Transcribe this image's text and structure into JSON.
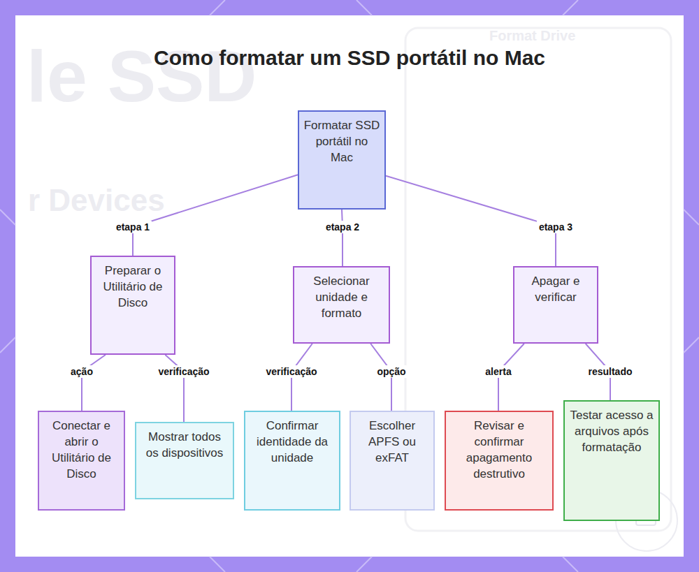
{
  "diagram": {
    "title": "Como formatar um SSD portátil no Mac",
    "nodes": [
      {
        "text": [
          "Formatar SSD portátil no Mac"
        ]
      },
      {
        "text": [
          "Preparar o Utilitário de Disco"
        ]
      },
      {
        "text": [
          "Selecionar unidade e formato"
        ]
      },
      {
        "text": [
          "Apagar e verificar"
        ]
      },
      {
        "text": [
          "Conectar e abrir o Utilitário de Disco"
        ]
      },
      {
        "text": [
          "Mostrar todos os dispositivos"
        ]
      },
      {
        "text": [
          "Confirmar identidade da unidade"
        ]
      },
      {
        "text": [
          "Escolher APFS ou exFAT"
        ]
      },
      {
        "text": [
          "Revisar e confirmar apagamento destrutivo"
        ]
      },
      {
        "text": [
          "Testar acesso a arquivos após formatação"
        ]
      }
    ],
    "edges": [
      {
        "from": 0,
        "to": 1,
        "label": "etapa 1",
        "arrow": "none"
      },
      {
        "from": 0,
        "to": 2,
        "label": "etapa 2",
        "arrow": "none"
      },
      {
        "from": 0,
        "to": 3,
        "label": "etapa 3",
        "arrow": "none"
      },
      {
        "from": 1,
        "to": 4,
        "label": "ação",
        "arrow": "none"
      },
      {
        "from": 1,
        "to": 5,
        "label": "verificação",
        "arrow": "none"
      },
      {
        "from": 2,
        "to": 6,
        "label": "verificação",
        "arrow": "none"
      },
      {
        "from": 2,
        "to": 7,
        "label": "opção",
        "arrow": "none"
      },
      {
        "from": 3,
        "to": 8,
        "label": "alerta",
        "arrow": "none"
      },
      {
        "from": 3,
        "to": 9,
        "label": "resultado",
        "arrow": "none"
      }
    ],
    "labels": [
      "le SSD",
      "r Devices",
      "Format Drive"
    ]
  }
}
